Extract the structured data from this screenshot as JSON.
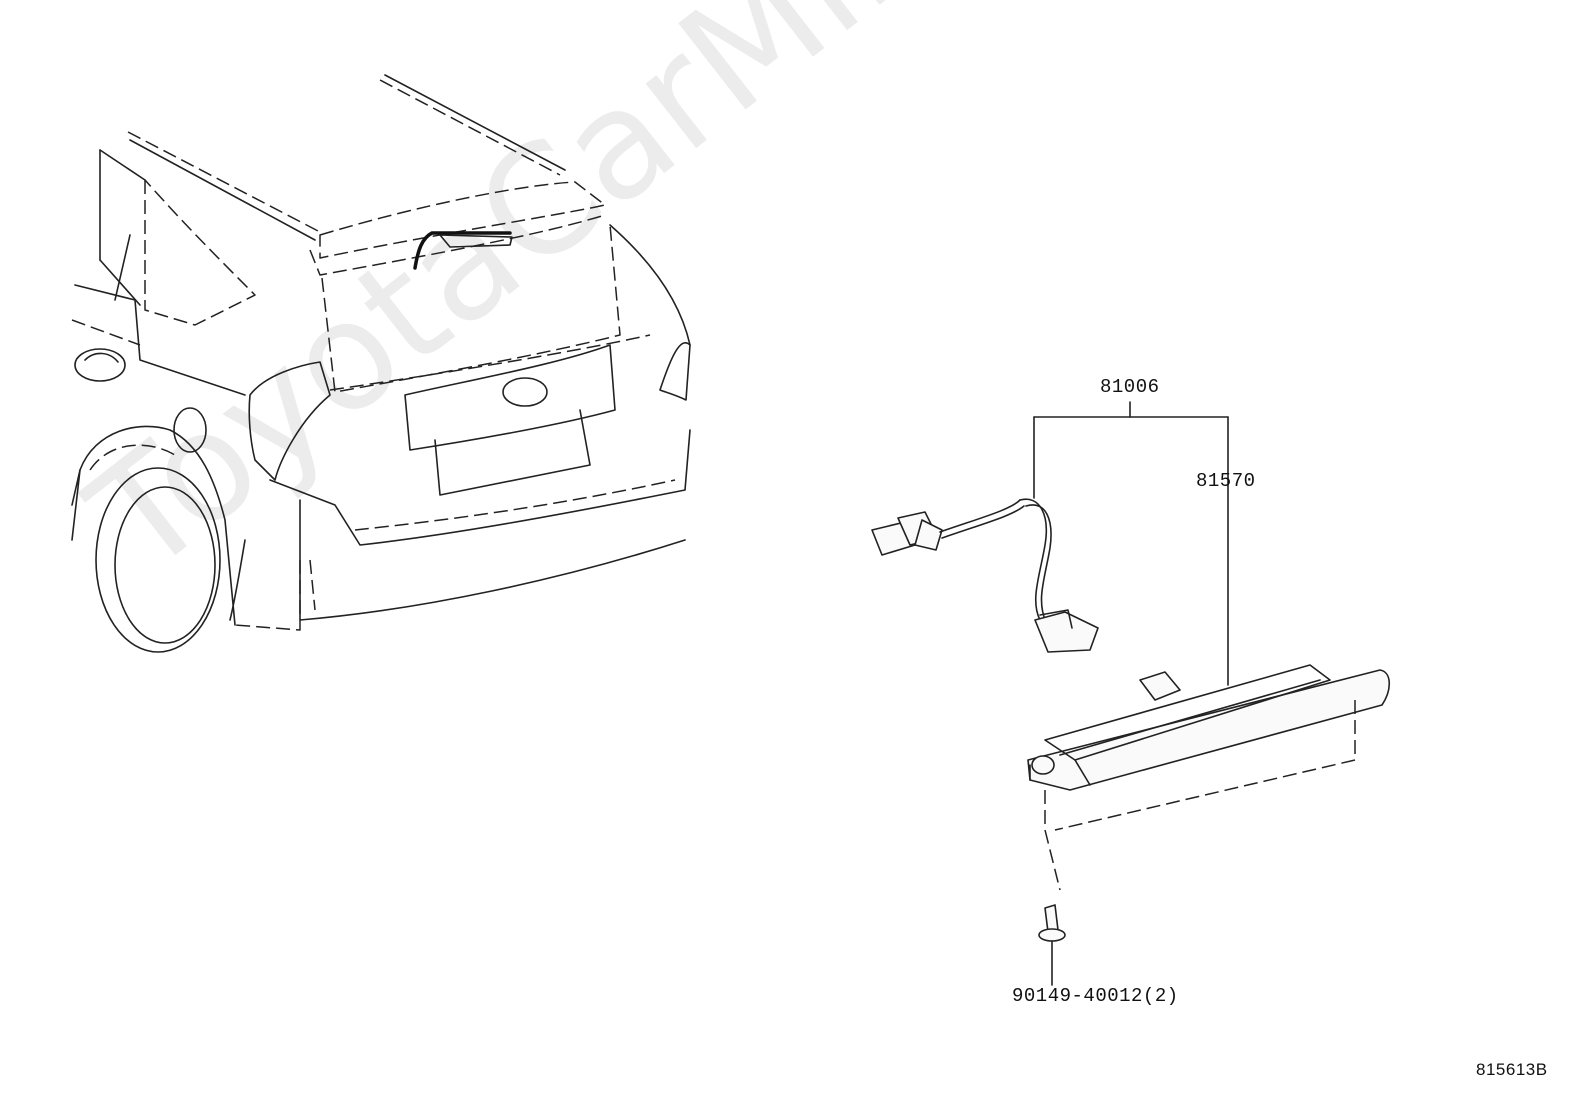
{
  "watermark": "ToyotaCarMine.ru",
  "callouts": {
    "harness": "81006",
    "lamp": "81570",
    "screw": "90149-40012(2)"
  },
  "diagram_code": "815613B"
}
